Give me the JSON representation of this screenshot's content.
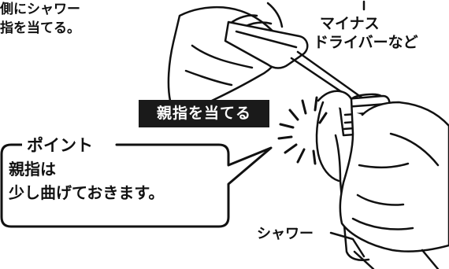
{
  "intro": {
    "line1": "側にシャワー",
    "line2": "指を当てる。"
  },
  "tool_label": {
    "line1": "マイナス",
    "line2": "ドライバーなど"
  },
  "thumb_badge": "親指を当てる",
  "point": {
    "title": "ポイント",
    "line1": "親指は",
    "line2": "少し曲げておきます。"
  },
  "shower_label": "シャワー",
  "colors": {
    "ink": "#111111",
    "badge_bg": "#1a1a1a",
    "badge_text": "#ffffff",
    "background": "#ffffff"
  }
}
